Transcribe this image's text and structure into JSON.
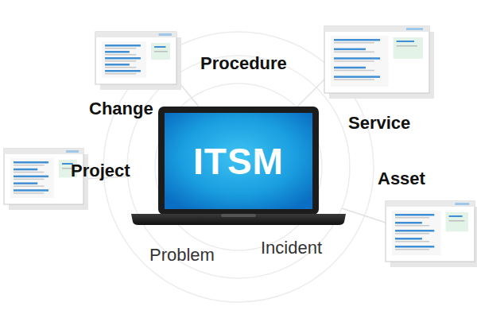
{
  "diagram": {
    "nodes": [
      {
        "text": [
          "ITSM"
        ]
      }
    ],
    "labels": [
      "Procedure",
      "Change",
      "Service",
      "Project",
      "Asset",
      "Problem",
      "Incident"
    ]
  }
}
